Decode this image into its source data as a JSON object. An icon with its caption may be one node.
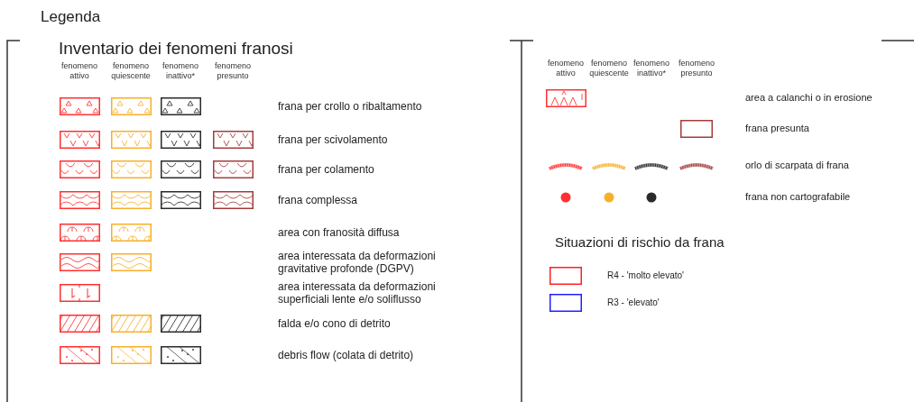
{
  "diagram": {
    "title": "Legenda",
    "labels": [
      "Inventario dei fenomeni franosi",
      "fenomeno attivo",
      "fenomeno quiescente",
      "fenomeno inattivo*",
      "fenomeno presunto",
      "fenomeno attivo",
      "fenomeno quiescente",
      "fenomeno inattivo*",
      "fenomeno presunto",
      "Situazioni di rischio da frana"
    ],
    "legend": [
      {
        "text": "frana per crollo o ribaltamento"
      },
      {
        "text": "frana per scivolamento"
      },
      {
        "text": "frana per colamento"
      },
      {
        "text": "frana complessa"
      },
      {
        "text": "area con franosità diffusa"
      },
      {
        "text": "area interessata da deformazioni gravitative profonde (DGPV)"
      },
      {
        "text": "area interessata da deformazioni superficiali lente e/o soliflusso"
      },
      {
        "text": "falda e/o cono di detrito"
      },
      {
        "text": "debris flow (colata di detrito)"
      },
      {
        "text": "area a calanchi o in erosione"
      },
      {
        "text": "frana presunta"
      },
      {
        "text": "orlo di scarpata di frana"
      },
      {
        "text": "frana non cartografabile"
      },
      {
        "text": "R4 - 'molto elevato'"
      },
      {
        "text": "R3 - 'elevato'"
      }
    ]
  }
}
